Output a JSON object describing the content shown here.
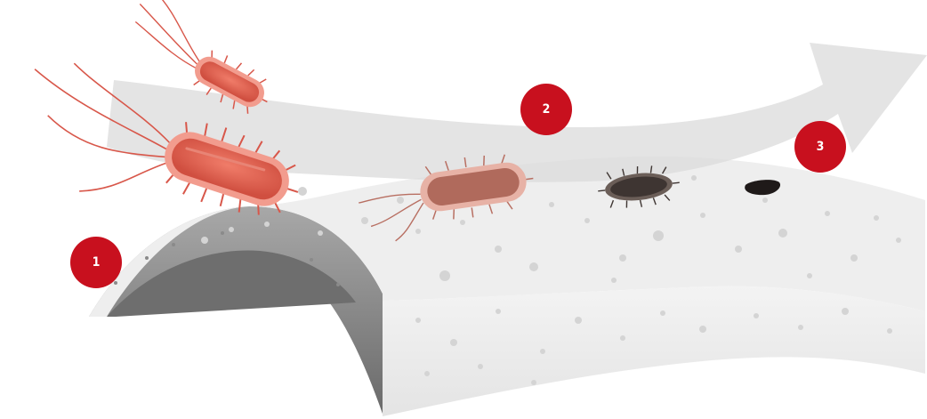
{
  "diagram": {
    "steps": [
      {
        "number": "1"
      },
      {
        "number": "2"
      },
      {
        "number": "3"
      }
    ],
    "colors": {
      "badge": "#c8101e",
      "bacteria_live": "#e0604f",
      "bacteria_dying": "#b86f62",
      "bacteria_dead": "#3e3532",
      "surface_top": "#ececec",
      "surface_side": "#8a8a8a",
      "arrow": "#dcdcdc"
    },
    "icons": [
      "bacterium-icon",
      "coated-surface",
      "flow-arrow"
    ]
  }
}
